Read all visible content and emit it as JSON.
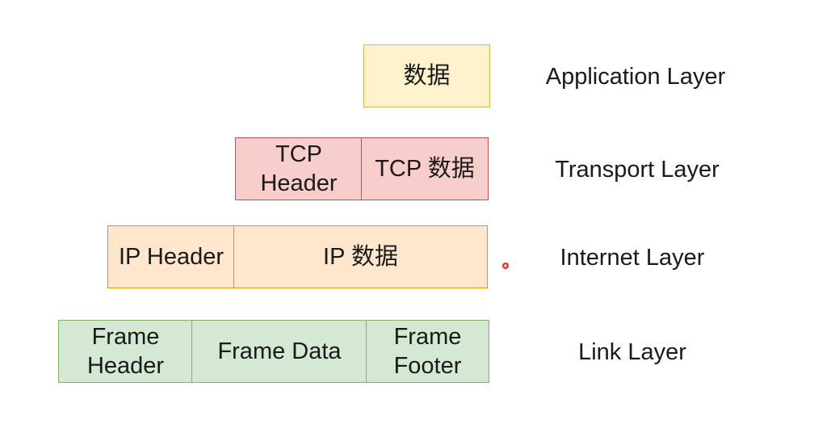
{
  "application": {
    "data": "数据",
    "label": "Application Layer"
  },
  "transport": {
    "header": "TCP\nHeader",
    "data": "TCP 数据",
    "label": "Transport Layer"
  },
  "internet": {
    "header": "IP Header",
    "data": "IP 数据",
    "label": "Internet Layer"
  },
  "link": {
    "header": "Frame\nHeader",
    "data": "Frame Data",
    "footer": "Frame\nFooter",
    "label": "Link Layer"
  },
  "colors": {
    "application_fill": "#fff2cc",
    "application_stroke": "#d6b656",
    "transport_fill": "#f8cecc",
    "transport_stroke": "#b85450",
    "internet_fill": "#ffe6cc",
    "internet_stroke": "#d79b00",
    "link_fill": "#d5e8d4",
    "link_stroke": "#82b366"
  }
}
